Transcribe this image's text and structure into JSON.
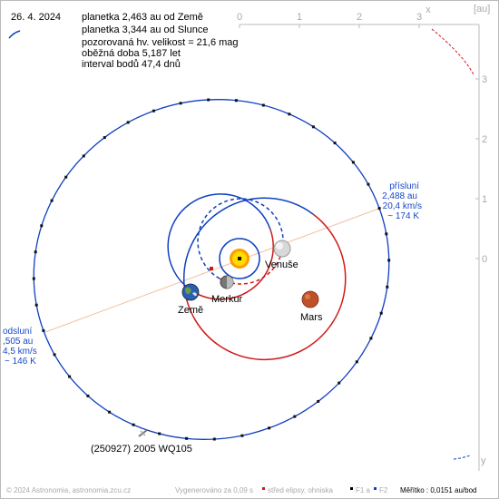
{
  "date": "26. 4. 2024",
  "info": [
    "planetka 2,463 au od Země",
    "planetka 3,344 au od Slunce",
    "pozorovaná hv. velikost = 21,6 mag",
    "oběžná doba 5,187 let",
    "interval bodů 47,4 dnů"
  ],
  "axes": {
    "x_ticks": [
      "0",
      "1",
      "2",
      "3"
    ],
    "x_label": "x",
    "y_ticks": [
      "3",
      "2",
      "1",
      "0"
    ],
    "y_label": "y",
    "unit": "[au]"
  },
  "perihelion": {
    "title": "přísluní",
    "distance": "2,488 au",
    "speed": "20,4 km/s",
    "temperature": "~ 174 K"
  },
  "aphelion": {
    "title": "odsluní",
    "distance": ",505 au",
    "speed": "4,5 km/s",
    "temperature": "~ 146 K"
  },
  "bodies": {
    "venus": "Venuše",
    "earth": "Země",
    "mercury": "Merkur",
    "mars": "Mars"
  },
  "asteroid_label": "(250927) 2005 WQ105",
  "footer": {
    "copyright": "© 2024 Astronomia, astronomia.zcu.cz",
    "generated": "Vygenerováno za 0,09 s",
    "center_legend": "střed elipsy, ohniska",
    "f1": "F1 a",
    "f2": "F2",
    "scale": "Měřítko : 0,0151 au/bod"
  },
  "colors": {
    "asteroid_orbit": "#1040c0",
    "planet_orbit_before": "#1040c0",
    "planet_orbit_after": "#d01818",
    "axes": "#bbbbbb",
    "apsis_line": "#f0c0a0",
    "apsis_text": "#1848c8",
    "center_marker": "#d01818",
    "sun": "#ffdd00"
  }
}
